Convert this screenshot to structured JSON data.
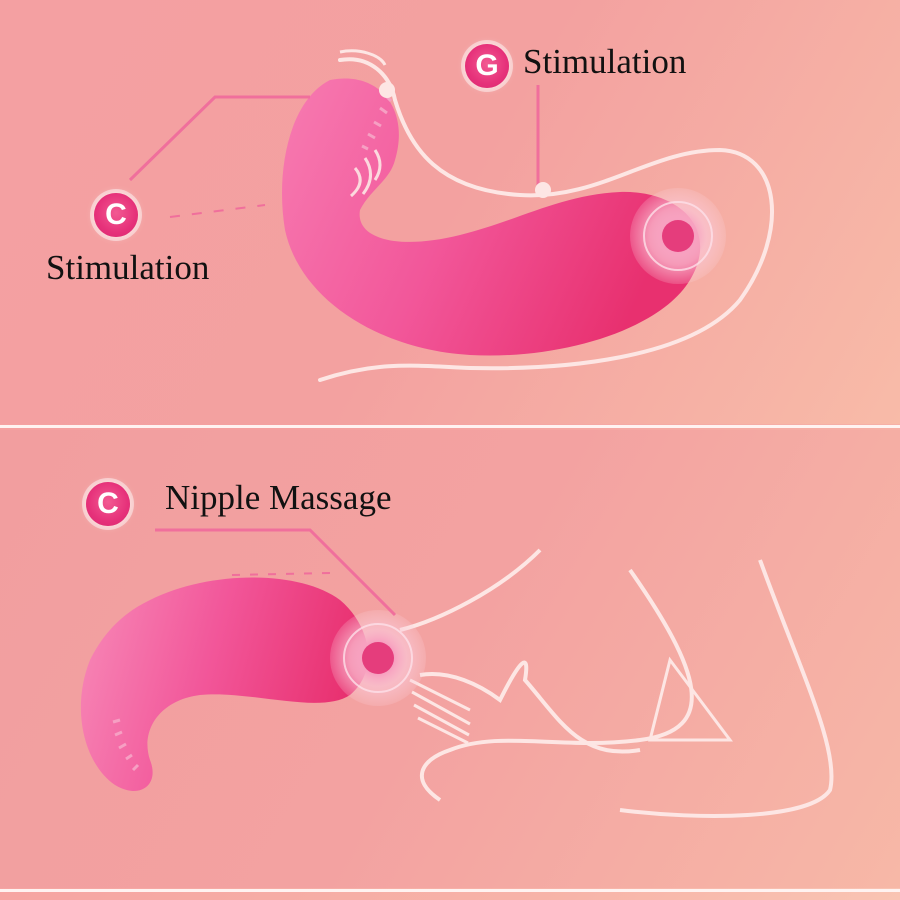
{
  "top_panel": {
    "g_badge": "G",
    "g_label": "Stimulation",
    "c_badge": "C",
    "c_label": "Stimulation"
  },
  "bottom_panel": {
    "c_badge": "C",
    "nipple_label": "Nipple Massage"
  },
  "colors": {
    "background": "#f5a3a3",
    "toy_pink": "#f0518f",
    "badge_pink": "#e6317a",
    "outline_white": "#fde6e4",
    "label_text": "#111111"
  }
}
